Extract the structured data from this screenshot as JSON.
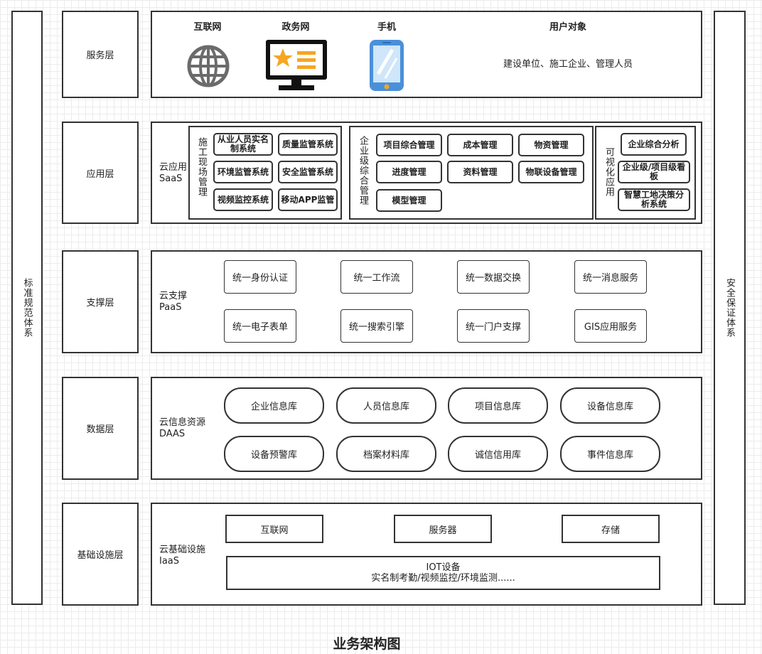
{
  "side_left": "标准规范体系",
  "side_right": "安全保证体系",
  "title": "业务架构图",
  "layers": {
    "service": {
      "label": "服务层",
      "channels": [
        "互联网",
        "政务网",
        "手机"
      ],
      "users_title": "用户对象",
      "users_text": "建设单位、施工企业、管理人员",
      "icons": [
        "globe-icon",
        "monitor-star-icon",
        "smartphone-icon"
      ]
    },
    "app": {
      "label": "应用层",
      "cloud_title": "云应用",
      "cloud_sub": "SaaS",
      "group1": {
        "title": "施工现场管理",
        "items": [
          "从业人员实名制系统",
          "质量监管系统",
          "环境监管系统",
          "安全监管系统",
          "视频监控系统",
          "移动APP监管"
        ]
      },
      "group2": {
        "title": "企业级综合管理",
        "items": [
          "项目综合管理",
          "成本管理",
          "物资管理",
          "进度管理",
          "资料管理",
          "物联设备管理",
          "模型管理"
        ]
      },
      "group3": {
        "title": "可视化应用",
        "items": [
          "企业综合分析",
          "企业级/项目级看板",
          "智慧工地决策分析系统"
        ]
      }
    },
    "support": {
      "label": "支撑层",
      "cloud_title": "云支撑",
      "cloud_sub": "PaaS",
      "items": [
        "统一身份认证",
        "统一工作流",
        "统一数据交换",
        "统一消息服务",
        "统一电子表单",
        "统一搜索引擎",
        "统一门户支撑",
        "GIS应用服务"
      ]
    },
    "data": {
      "label": "数据层",
      "cloud_title": "云信息资源",
      "cloud_sub": "DAAS",
      "items": [
        "企业信息库",
        "人员信息库",
        "项目信息库",
        "设备信息库",
        "设备预警库",
        "档案材料库",
        "诚信信用库",
        "事件信息库"
      ]
    },
    "infra": {
      "label": "基础设施层",
      "cloud_title": "云基础设施",
      "cloud_sub": "IaaS",
      "items": [
        "互联网",
        "服务器",
        "存储"
      ],
      "iot_title": "IOT设备",
      "iot_desc": "实名制考勤/视频监控/环境监测......"
    }
  }
}
